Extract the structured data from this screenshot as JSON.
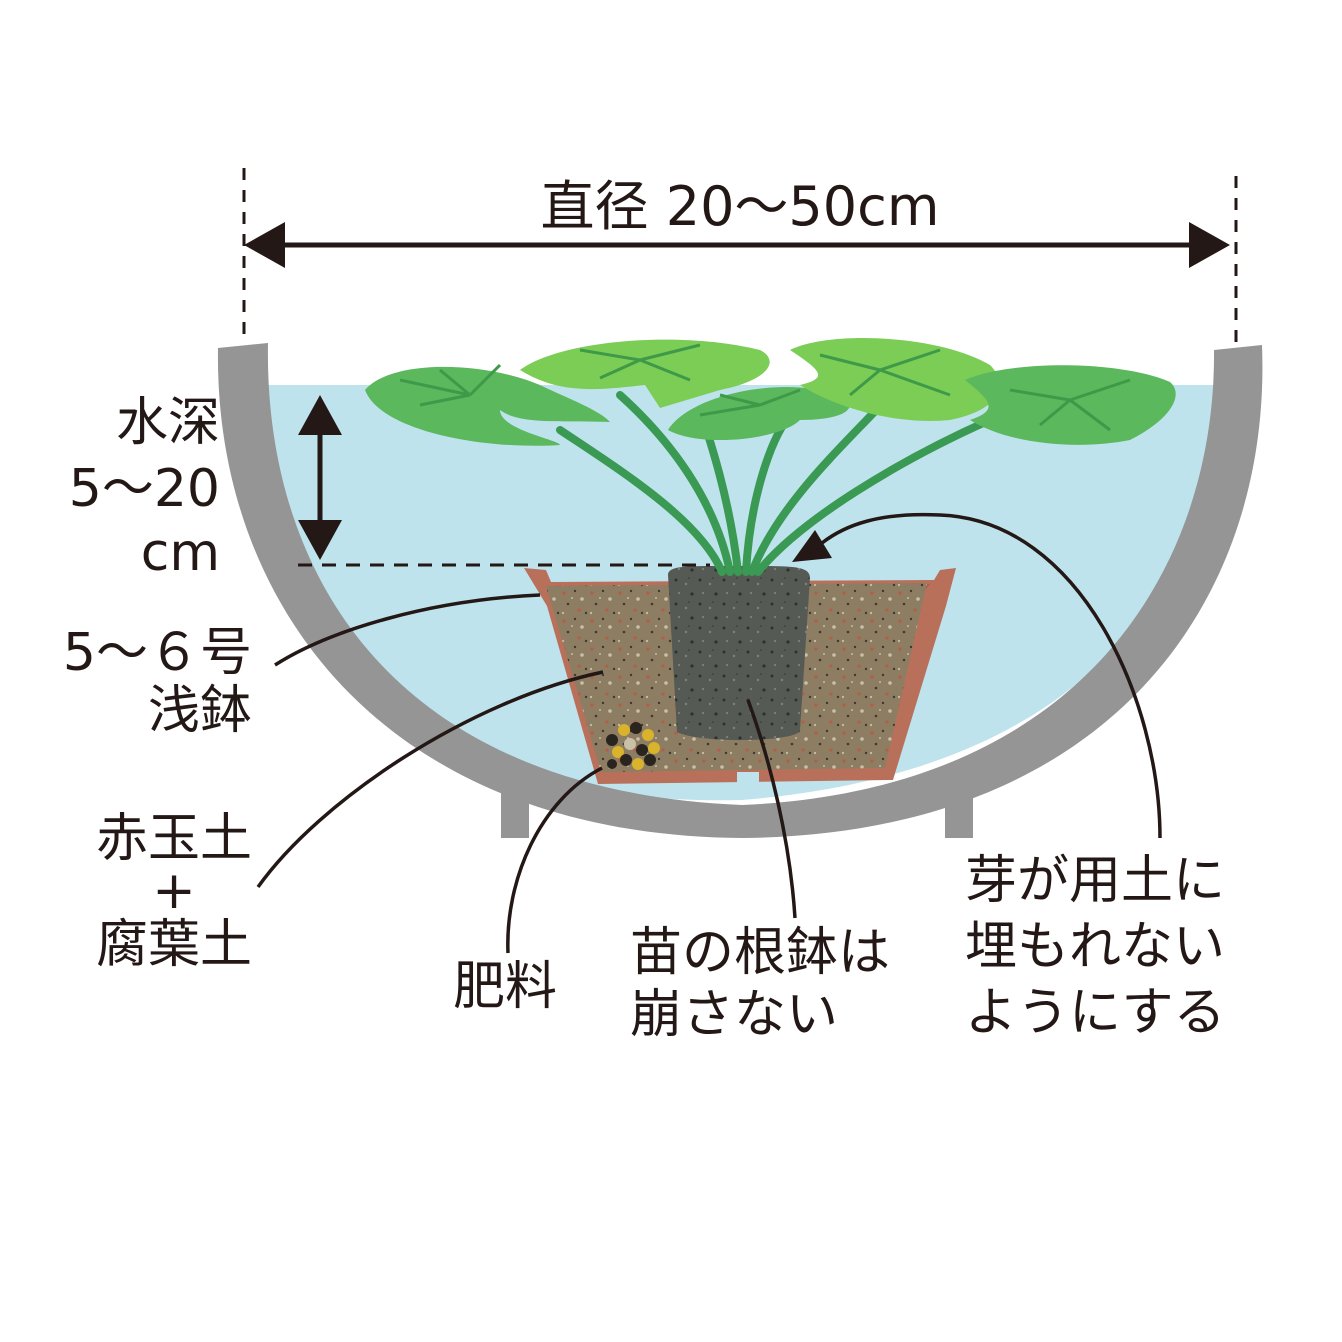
{
  "labels": {
    "diameter": "直径 20〜50cm",
    "water_depth_1": "水深",
    "water_depth_2": "5〜20",
    "water_depth_3": "cm",
    "pot_1": "5〜６号",
    "pot_2": "浅鉢",
    "soil_1": "赤玉土",
    "soil_2": "+",
    "soil_3": "腐葉土",
    "fertilizer": "肥料",
    "rootball_1": "苗の根鉢は",
    "rootball_2": "崩さない",
    "bud_1": "芽が用土に",
    "bud_2": "埋もれない",
    "bud_3": "ようにする"
  },
  "colors": {
    "basin": "#959595",
    "water": "#bfe3ec",
    "pot": "#b9705a",
    "soil": "#8d7d63",
    "rootball": "#555a55",
    "leaf": "#5cb85c",
    "leaf_light": "#7ccd56",
    "stem": "#3a9a54",
    "ink": "#231815"
  }
}
